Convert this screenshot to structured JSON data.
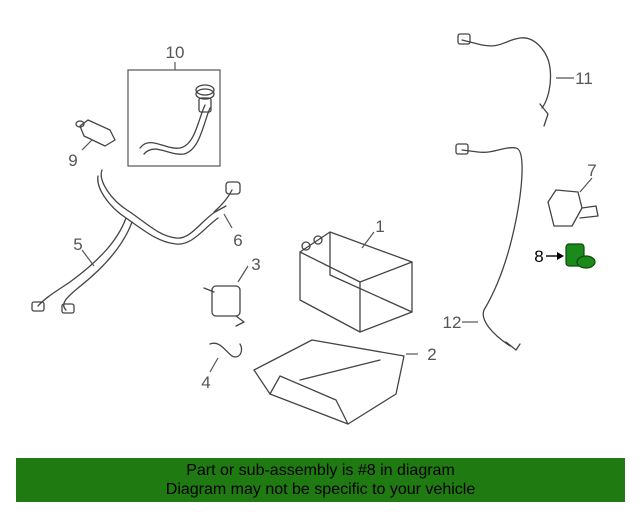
{
  "colors": {
    "highlight": "#1a8a1a",
    "banner": "#1f7a12",
    "line": "#444444"
  },
  "callouts": [
    {
      "id": "1",
      "label": "1"
    },
    {
      "id": "2",
      "label": "2"
    },
    {
      "id": "3",
      "label": "3"
    },
    {
      "id": "4",
      "label": "4"
    },
    {
      "id": "5",
      "label": "5"
    },
    {
      "id": "6",
      "label": "6"
    },
    {
      "id": "7",
      "label": "7"
    },
    {
      "id": "8",
      "label": "8"
    },
    {
      "id": "9",
      "label": "9"
    },
    {
      "id": "10",
      "label": "10"
    },
    {
      "id": "11",
      "label": "11"
    },
    {
      "id": "12",
      "label": "12"
    }
  ],
  "highlighted_part": "8",
  "banner": {
    "line1": "Part or sub-assembly is #8 in diagram",
    "line2": "Diagram may not be specific to your vehicle"
  }
}
